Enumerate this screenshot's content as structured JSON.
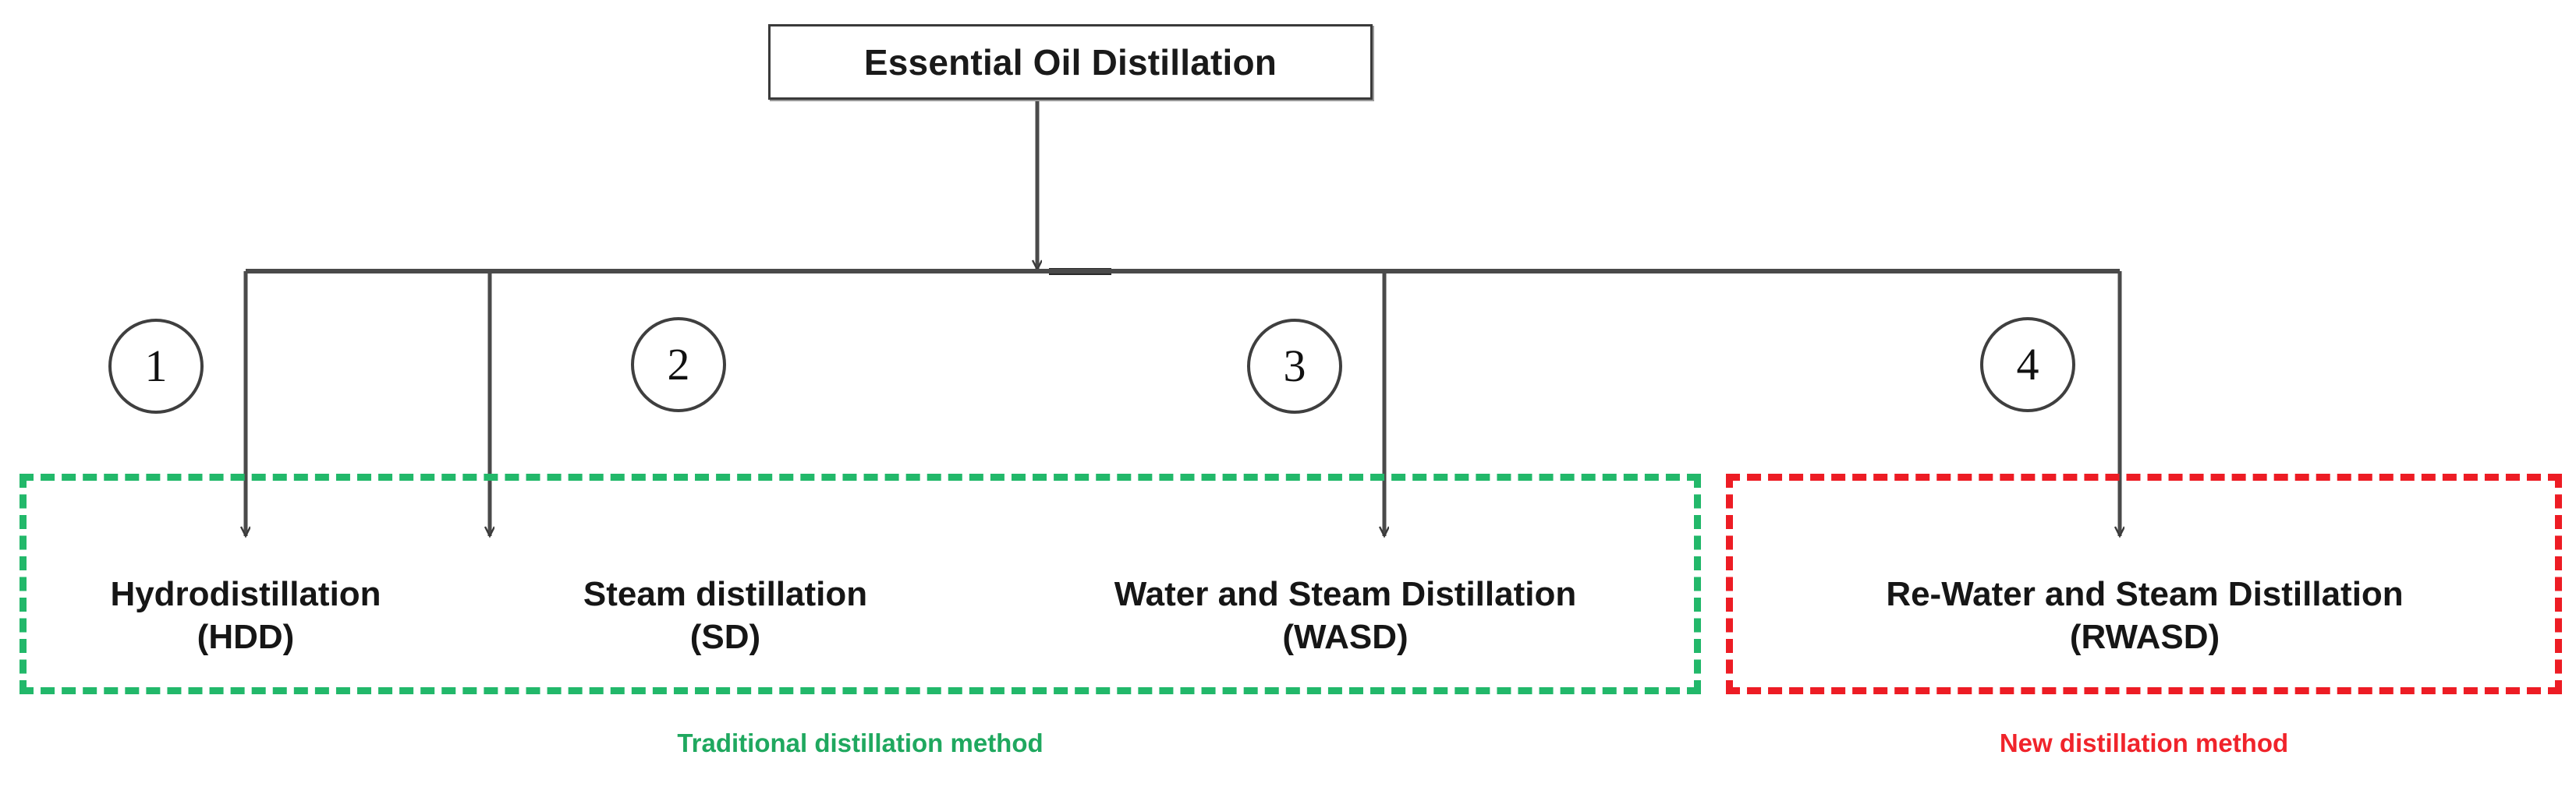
{
  "diagram": {
    "root": {
      "label": "Essential Oil Distillation"
    },
    "branches": [
      {
        "number": "1",
        "name": "Hydrodistillation",
        "abbreviation": "(HDD)",
        "label": "Hydrodistillation\n(HDD)",
        "group": "traditional"
      },
      {
        "number": "2",
        "name": "Steam distillation",
        "abbreviation": "(SD)",
        "label": "Steam distillation\n(SD)",
        "group": "traditional"
      },
      {
        "number": "3",
        "name": "Water and Steam Distillation",
        "abbreviation": "(WASD)",
        "label": "Water and Steam Distillation\n(WASD)",
        "group": "traditional"
      },
      {
        "number": "4",
        "name": "Re-Water and Steam Distillation",
        "abbreviation": "(RWASD)",
        "label": "Re-Water and Steam Distillation\n(RWASD)",
        "group": "new"
      }
    ],
    "groups": [
      {
        "id": "traditional",
        "caption": "Traditional distillation method",
        "color": "#1fa85f",
        "border_color": "#22b86a",
        "border_style": "dashed",
        "members": [
          "1",
          "2",
          "3"
        ]
      },
      {
        "id": "new",
        "caption": "New distillation method",
        "color": "#f0242b",
        "border_color": "#ed1c24",
        "border_style": "dashed",
        "members": [
          "4"
        ]
      }
    ],
    "colors": {
      "connector": "#4a4a4a",
      "node_border": "#3a3a3a",
      "text": "#161616",
      "background": "#ffffff"
    }
  }
}
